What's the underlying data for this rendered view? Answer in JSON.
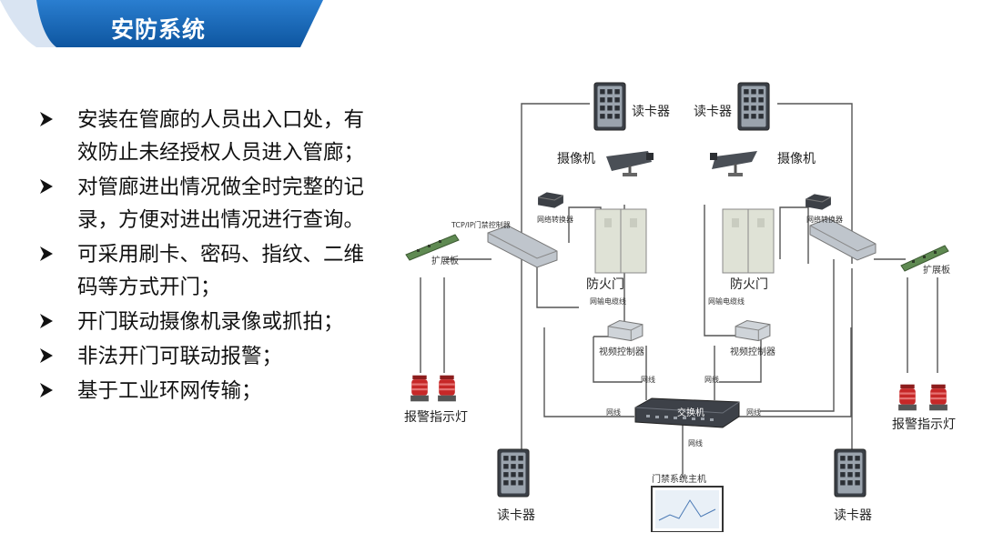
{
  "header": {
    "title": "安防系统"
  },
  "bullets": [
    "安装在管廊的人员出入口处，有效防止未经授权人员进入管廊；",
    "对管廊进出情况做全时完整的记录，方便对进出情况进行查询。",
    "可采用刷卡、密码、指纹、二维码等方式开门；",
    "开门联动摄像机录像或抓拍；",
    "非法开门可联动报警；",
    "基于工业环网传输；"
  ],
  "diagram": {
    "card_reader_top_left": "读卡器",
    "card_reader_top_right": "读卡器",
    "card_reader_bottom_left": "读卡器",
    "card_reader_bottom_right": "读卡器",
    "camera_left": "摄像机",
    "camera_right": "摄像机",
    "fire_door_left": "防火门",
    "fire_door_right": "防火门",
    "controller_label": "TCP/IP门禁控制器",
    "expansion_left": "扩展板",
    "expansion_right": "扩展板",
    "video_controller_left": "视频控制器",
    "video_controller_right": "视频控制器",
    "power_line_left": "网输电缆线",
    "power_line_right": "网输电缆线",
    "net_1": "网线",
    "net_2": "网线",
    "net_3": "网线",
    "net_4": "网线",
    "net_5": "网线",
    "switch": "交换机",
    "host": "门禁系统主机",
    "alarm_left": "报警指示灯",
    "alarm_right": "报警指示灯",
    "relay_left": "网络转换器",
    "relay_right": "网络转换器"
  },
  "colors": {
    "banner": "#1565b8",
    "banner_dark": "#0d4f96",
    "line": "#555555"
  }
}
